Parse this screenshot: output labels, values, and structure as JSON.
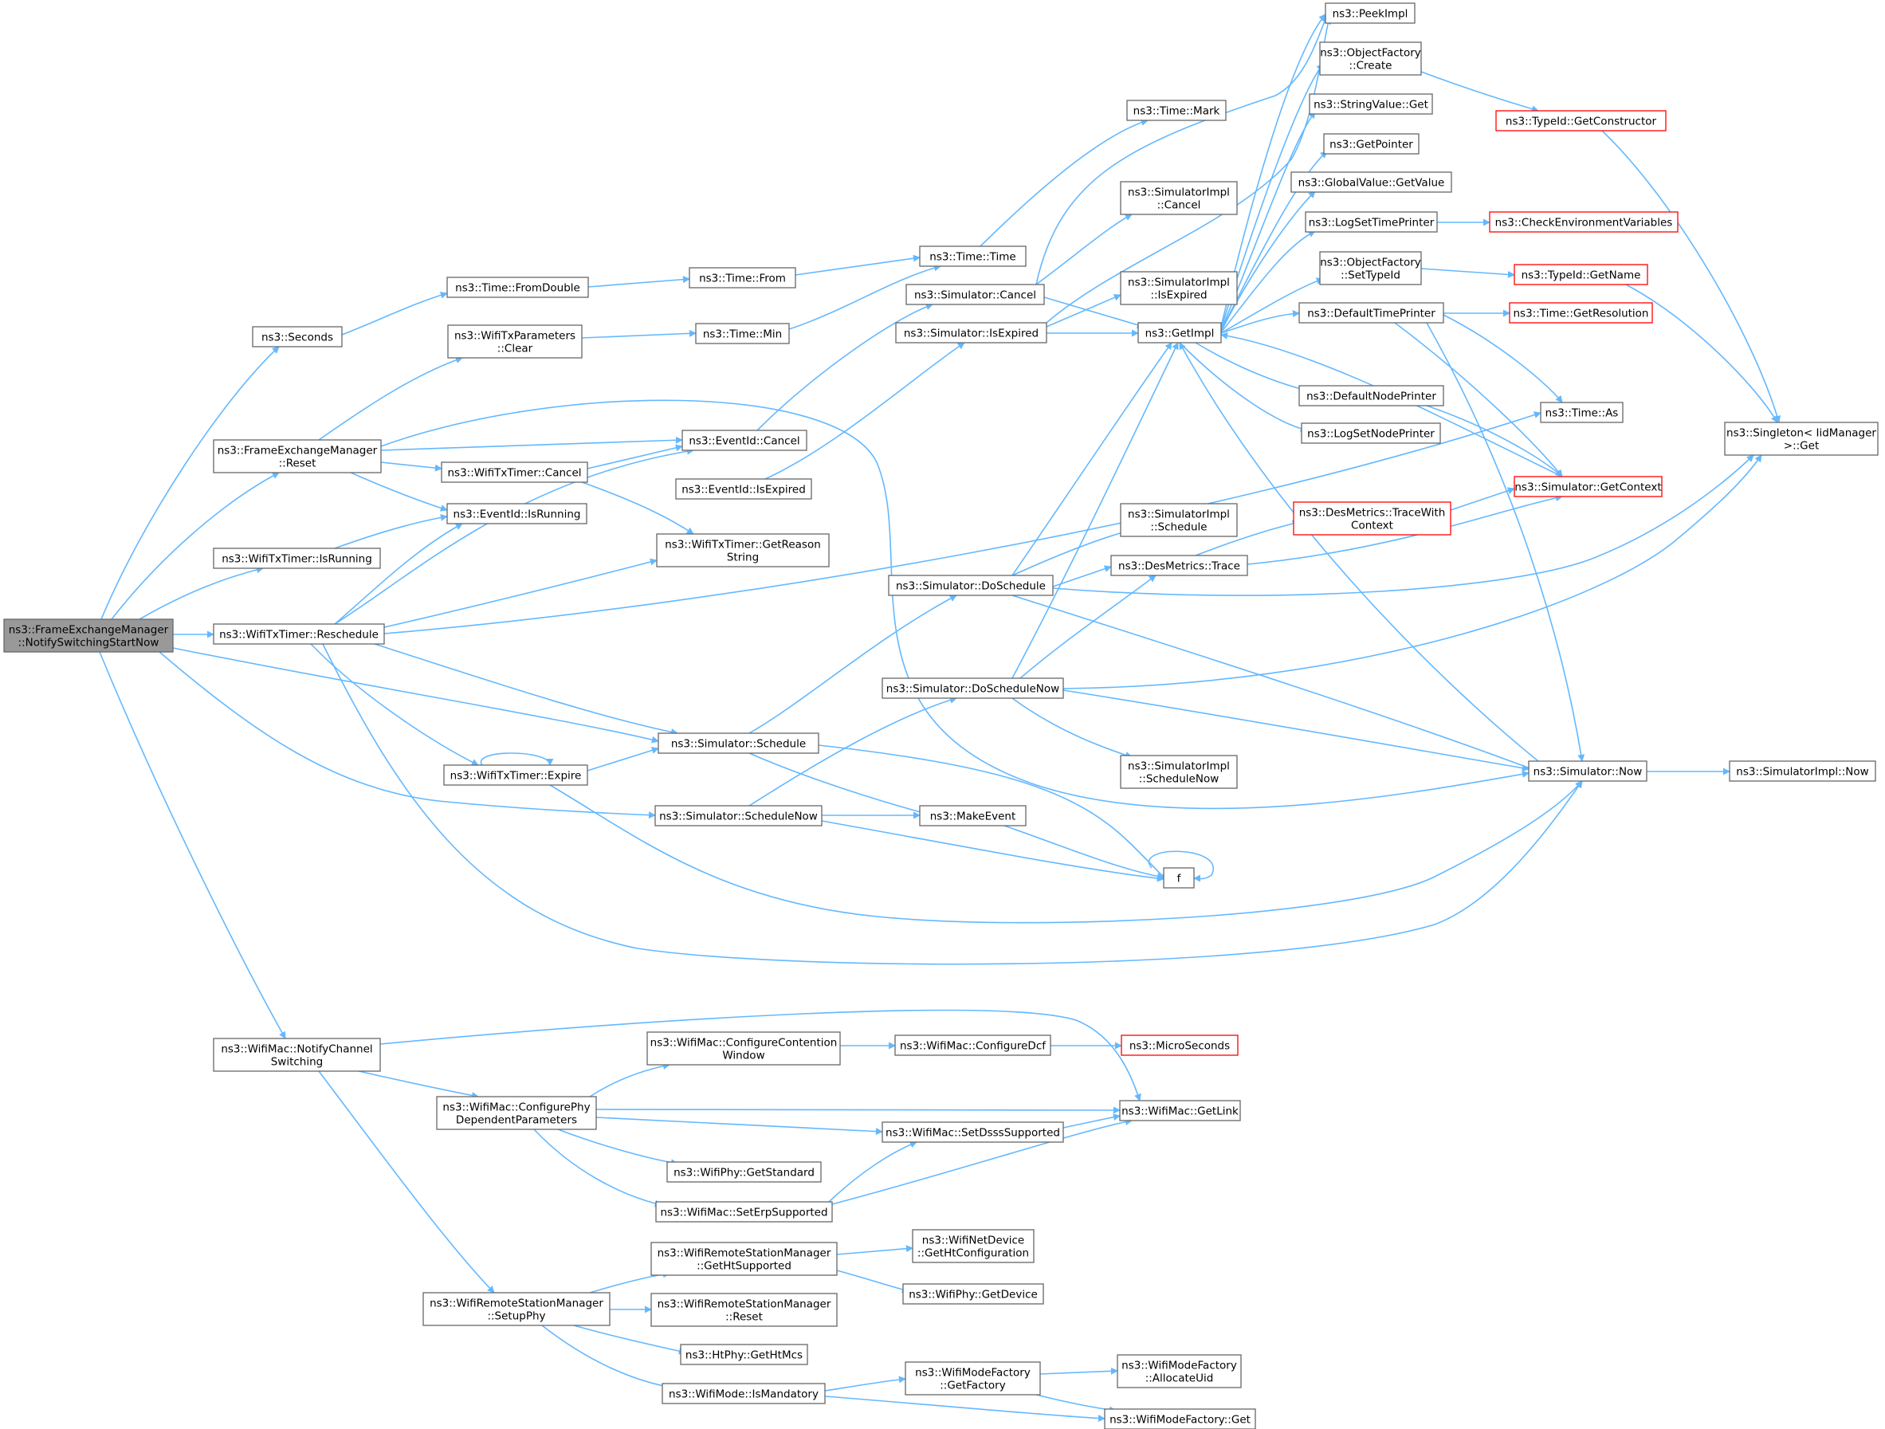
{
  "nodes": [
    {
      "id": "root",
      "lines": [
        "ns3::FrameExchangeManager",
        "::NotifySwitchingStartNow"
      ],
      "style": "root"
    },
    {
      "id": "seconds",
      "lines": [
        "ns3::Seconds"
      ]
    },
    {
      "id": "fem_reset",
      "lines": [
        "ns3::FrameExchangeManager",
        "::Reset"
      ]
    },
    {
      "id": "wtt_isrunning",
      "lines": [
        "ns3::WifiTxTimer::IsRunning"
      ]
    },
    {
      "id": "wtt_reschedule",
      "lines": [
        "ns3::WifiTxTimer::Reschedule"
      ]
    },
    {
      "id": "wm_notifych",
      "lines": [
        "ns3::WifiMac::NotifyChannel",
        "Switching"
      ]
    },
    {
      "id": "time_fromdouble",
      "lines": [
        "ns3::Time::FromDouble"
      ]
    },
    {
      "id": "wtp_clear",
      "lines": [
        "ns3::WifiTxParameters",
        "::Clear"
      ]
    },
    {
      "id": "wtt_cancel",
      "lines": [
        "ns3::WifiTxTimer::Cancel"
      ]
    },
    {
      "id": "eid_isrunning",
      "lines": [
        "ns3::EventId::IsRunning"
      ]
    },
    {
      "id": "wtt_expire",
      "lines": [
        "ns3::WifiTxTimer::Expire"
      ]
    },
    {
      "id": "time_from",
      "lines": [
        "ns3::Time::From"
      ]
    },
    {
      "id": "time_min",
      "lines": [
        "ns3::Time::Min"
      ]
    },
    {
      "id": "eid_cancel",
      "lines": [
        "ns3::EventId::Cancel"
      ]
    },
    {
      "id": "eid_isexpired",
      "lines": [
        "ns3::EventId::IsExpired"
      ]
    },
    {
      "id": "wtt_getreason",
      "lines": [
        "ns3::WifiTxTimer::GetReason",
        "String"
      ]
    },
    {
      "id": "sim_schedule",
      "lines": [
        "ns3::Simulator::Schedule"
      ]
    },
    {
      "id": "sim_schedulenow",
      "lines": [
        "ns3::Simulator::ScheduleNow"
      ]
    },
    {
      "id": "time_time",
      "lines": [
        "ns3::Time::Time"
      ]
    },
    {
      "id": "time_mark",
      "lines": [
        "ns3::Time::Mark"
      ]
    },
    {
      "id": "sim_cancel",
      "lines": [
        "ns3::Simulator::Cancel"
      ]
    },
    {
      "id": "sim_isexpired",
      "lines": [
        "ns3::Simulator::IsExpired"
      ]
    },
    {
      "id": "sim_doschedule",
      "lines": [
        "ns3::Simulator::DoSchedule"
      ]
    },
    {
      "id": "sim_doschedulenow",
      "lines": [
        "ns3::Simulator::DoScheduleNow"
      ]
    },
    {
      "id": "makeevent",
      "lines": [
        "ns3::MakeEvent"
      ]
    },
    {
      "id": "f",
      "lines": [
        "f"
      ]
    },
    {
      "id": "simimpl_cancel",
      "lines": [
        "ns3::SimulatorImpl",
        "::Cancel"
      ]
    },
    {
      "id": "simimpl_isexpired",
      "lines": [
        "ns3::SimulatorImpl",
        "::IsExpired"
      ]
    },
    {
      "id": "getimpl",
      "lines": [
        "ns3::GetImpl"
      ]
    },
    {
      "id": "simimpl_schedule",
      "lines": [
        "ns3::SimulatorImpl",
        "::Schedule"
      ]
    },
    {
      "id": "desm_trace",
      "lines": [
        "ns3::DesMetrics::Trace"
      ]
    },
    {
      "id": "simimpl_schedulenow",
      "lines": [
        "ns3::SimulatorImpl",
        "::ScheduleNow"
      ]
    },
    {
      "id": "peekimpl",
      "lines": [
        "ns3::PeekImpl"
      ]
    },
    {
      "id": "of_create",
      "lines": [
        "ns3::ObjectFactory",
        "::Create"
      ]
    },
    {
      "id": "sv_get",
      "lines": [
        "ns3::StringValue::Get"
      ]
    },
    {
      "id": "getpointer",
      "lines": [
        "ns3::GetPointer"
      ]
    },
    {
      "id": "gv_getvalue",
      "lines": [
        "ns3::GlobalValue::GetValue"
      ]
    },
    {
      "id": "logsettimeprinter",
      "lines": [
        "ns3::LogSetTimePrinter"
      ]
    },
    {
      "id": "of_settypeid",
      "lines": [
        "ns3::ObjectFactory",
        "::SetTypeId"
      ]
    },
    {
      "id": "defaulttimeprinter",
      "lines": [
        "ns3::DefaultTimePrinter"
      ]
    },
    {
      "id": "defaultnodeprinter",
      "lines": [
        "ns3::DefaultNodePrinter"
      ]
    },
    {
      "id": "logsetnodeprinter",
      "lines": [
        "ns3::LogSetNodePrinter"
      ]
    },
    {
      "id": "desm_tracewithctx",
      "lines": [
        "ns3::DesMetrics::TraceWith",
        "Context"
      ],
      "style": "red"
    },
    {
      "id": "typeid_getctor",
      "lines": [
        "ns3::TypeId::GetConstructor"
      ],
      "style": "red"
    },
    {
      "id": "checkenv",
      "lines": [
        "ns3::CheckEnvironmentVariables"
      ],
      "style": "red"
    },
    {
      "id": "typeid_getname",
      "lines": [
        "ns3::TypeId::GetName"
      ],
      "style": "red"
    },
    {
      "id": "time_getres",
      "lines": [
        "ns3::Time::GetResolution"
      ],
      "style": "red"
    },
    {
      "id": "time_as",
      "lines": [
        "ns3::Time::As"
      ]
    },
    {
      "id": "sim_getcontext",
      "lines": [
        "ns3::Simulator::GetContext"
      ],
      "style": "red"
    },
    {
      "id": "sim_now",
      "lines": [
        "ns3::Simulator::Now"
      ]
    },
    {
      "id": "singleton_get",
      "lines": [
        "ns3::Singleton< IidManager",
        " >::Get"
      ]
    },
    {
      "id": "simimpl_now",
      "lines": [
        "ns3::SimulatorImpl::Now"
      ]
    },
    {
      "id": "wm_configphy",
      "lines": [
        "ns3::WifiMac::ConfigurePhy",
        "DependentParameters"
      ]
    },
    {
      "id": "wm_configcw",
      "lines": [
        "ns3::WifiMac::ConfigureContention",
        "Window"
      ]
    },
    {
      "id": "wphy_getstandard",
      "lines": [
        "ns3::WifiPhy::GetStandard"
      ]
    },
    {
      "id": "wm_seterp",
      "lines": [
        "ns3::WifiMac::SetErpSupported"
      ]
    },
    {
      "id": "wm_configdcf",
      "lines": [
        "ns3::WifiMac::ConfigureDcf"
      ]
    },
    {
      "id": "wm_setdsss",
      "lines": [
        "ns3::WifiMac::SetDsssSupported"
      ]
    },
    {
      "id": "microseconds",
      "lines": [
        "ns3::MicroSeconds"
      ],
      "style": "red"
    },
    {
      "id": "wm_getlink",
      "lines": [
        "ns3::WifiMac::GetLink"
      ]
    },
    {
      "id": "wrsm_setupphy",
      "lines": [
        "ns3::WifiRemoteStationManager",
        "::SetupPhy"
      ]
    },
    {
      "id": "wrsm_gethtsupp",
      "lines": [
        "ns3::WifiRemoteStationManager",
        "::GetHtSupported"
      ]
    },
    {
      "id": "wrsm_reset",
      "lines": [
        "ns3::WifiRemoteStationManager",
        "::Reset"
      ]
    },
    {
      "id": "htphy_gethtmcs",
      "lines": [
        "ns3::HtPhy::GetHtMcs"
      ]
    },
    {
      "id": "wmode_ismandatory",
      "lines": [
        "ns3::WifiMode::IsMandatory"
      ]
    },
    {
      "id": "wnd_gethtconf",
      "lines": [
        "ns3::WifiNetDevice",
        "::GetHtConfiguration"
      ]
    },
    {
      "id": "wphy_getdevice",
      "lines": [
        "ns3::WifiPhy::GetDevice"
      ]
    },
    {
      "id": "wmf_getfactory",
      "lines": [
        "ns3::WifiModeFactory",
        "::GetFactory"
      ]
    },
    {
      "id": "wmf_allocuid",
      "lines": [
        "ns3::WifiModeFactory",
        "::AllocateUid"
      ]
    },
    {
      "id": "wmf_get",
      "lines": [
        "ns3::WifiModeFactory::Get"
      ]
    }
  ]
}
